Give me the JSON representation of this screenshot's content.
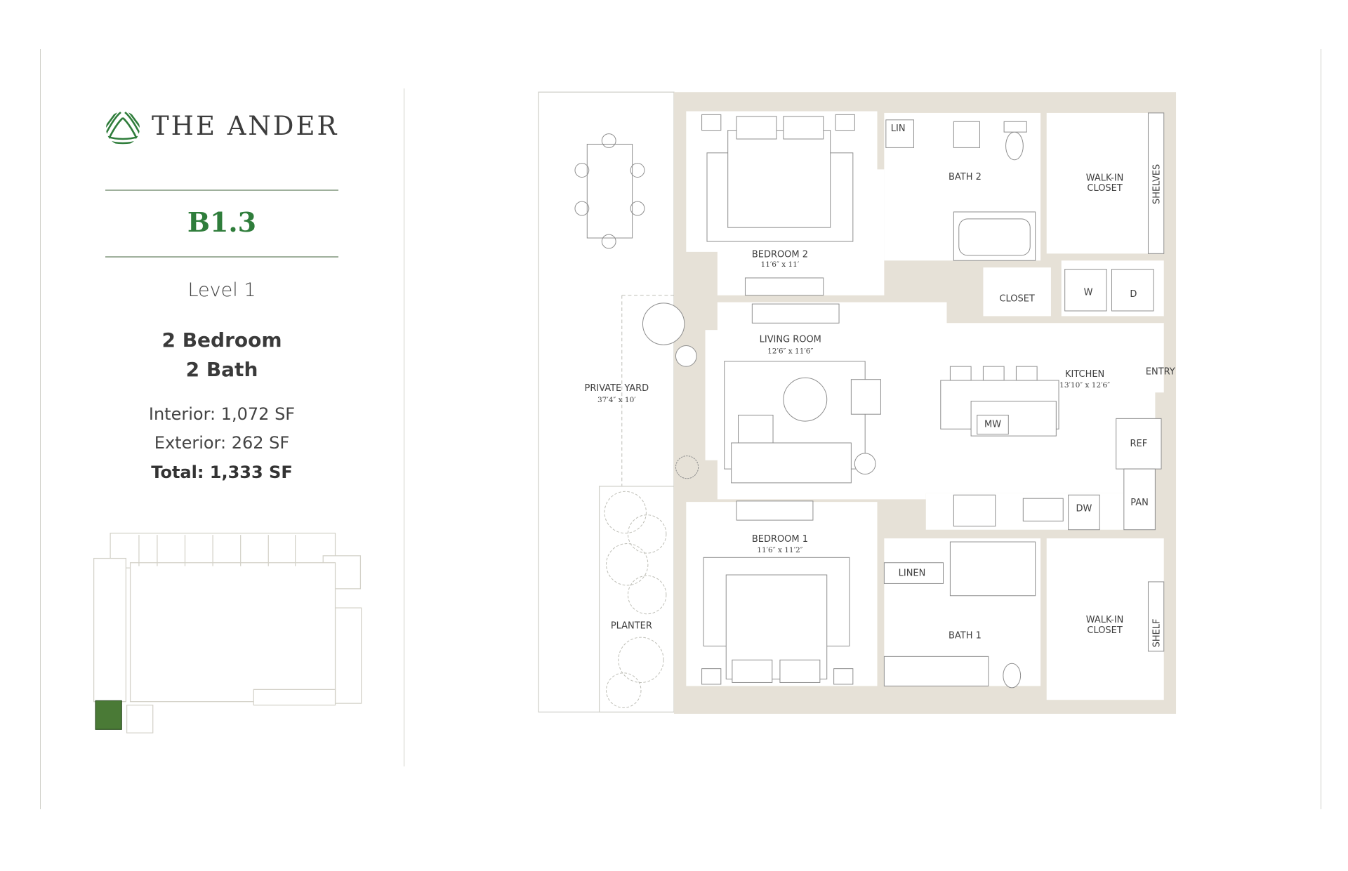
{
  "brand": {
    "name": "THE ANDER",
    "logo_icon": "striped-circle-logo",
    "accent_color": "#2f7d3b"
  },
  "unit": {
    "name": "B1.3",
    "level": "Level 1",
    "bedrooms": "2 Bedroom",
    "bathrooms": "2 Bath",
    "interior": "Interior: 1,072 SF",
    "exterior": "Exterior: 262 SF",
    "total": "Total: 1,333 SF"
  },
  "plan": {
    "bedroom2": {
      "name": "BEDROOM 2",
      "dim": "11′6″ x 11′"
    },
    "bath2": {
      "name": "BATH 2"
    },
    "lin": {
      "name": "LIN"
    },
    "walkin2": {
      "name1": "WALK-IN",
      "name2": "CLOSET"
    },
    "shelves": {
      "name": "SHELVES"
    },
    "closet": {
      "name": "CLOSET"
    },
    "washer": {
      "name": "W"
    },
    "dryer": {
      "name": "D"
    },
    "living": {
      "name": "LIVING ROOM",
      "dim": "12′6″ x 11′6″"
    },
    "kitchen": {
      "name": "KITCHEN",
      "dim": "13′10″ x 12′6″"
    },
    "entry": {
      "name": "ENTRY"
    },
    "yard": {
      "name": "PRIVATE YARD",
      "dim": "37′4″ x 10′"
    },
    "mw": {
      "name": "MW"
    },
    "ref": {
      "name": "REF"
    },
    "pan": {
      "name": "PAN"
    },
    "dw": {
      "name": "DW"
    },
    "bedroom1": {
      "name": "BEDROOM 1",
      "dim": "11′6″ x 11′2″"
    },
    "linen": {
      "name": "LINEN"
    },
    "bath1": {
      "name": "BATH 1"
    },
    "walkin1": {
      "name1": "WALK-IN",
      "name2": "CLOSET"
    },
    "shelf": {
      "name": "SHELF"
    },
    "planter": {
      "name": "PLANTER"
    }
  },
  "keyplan": {
    "highlight_color": "#4a7a36"
  }
}
